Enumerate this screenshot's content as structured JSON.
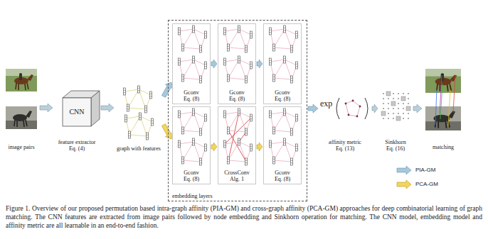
{
  "diagram": {
    "caption": "Figure 1. Overview of our proposed permutation based intra-graph affinity (PIA-GM) and cross-graph affinity (PCA-GM) approaches for deep combinatorial learning of graph matching. The CNN features are extracted from image pairs followed by node embedding and Sinkhorn operation for matching. The CNN model, embedding model and affinity metric are all learnable in an end-to-end fashion.",
    "nodes": [
      {
        "text": [
          "image pairs"
        ]
      },
      {
        "text": [
          "CNN",
          "feature extractor Eq. (4)"
        ]
      },
      {
        "text": [
          "graph with features"
        ]
      },
      {
        "text": [
          "embedding layers"
        ]
      },
      {
        "text": [
          "Gconv Eq. (8)"
        ],
        "in": 3
      },
      {
        "text": [
          "Gconv Eq. (8)"
        ],
        "in": 3
      },
      {
        "text": [
          "Gconv Eq. (8)"
        ],
        "in": 3
      },
      {
        "text": [
          "Gconv Eq. (8)"
        ],
        "in": 3
      },
      {
        "text": [
          "CrossConv Alg. 1"
        ],
        "in": 3
      },
      {
        "text": [
          "Gconv Eq. (8)"
        ],
        "in": 3
      },
      {
        "text": [
          "affinity metric Eq. (13)"
        ]
      },
      {
        "text": [
          "Sinkhorn Eq. (16)"
        ]
      },
      {
        "text": [
          "matching"
        ]
      }
    ],
    "edges": [
      {
        "from": 0,
        "to": 1,
        "arrow": "to"
      },
      {
        "from": 1,
        "to": 2,
        "arrow": "to"
      },
      {
        "from": 2,
        "to": 4,
        "arrow": "to"
      },
      {
        "from": 2,
        "to": 7,
        "arrow": "to"
      },
      {
        "from": 4,
        "to": 5,
        "arrow": "to"
      },
      {
        "from": 5,
        "to": 6,
        "arrow": "to"
      },
      {
        "from": 7,
        "to": 8,
        "arrow": "to"
      },
      {
        "from": 8,
        "to": 9,
        "arrow": "to"
      },
      {
        "from": 3,
        "to": 10,
        "arrow": "to"
      },
      {
        "from": 10,
        "to": 11,
        "arrow": "to"
      },
      {
        "from": 11,
        "to": 12,
        "arrow": "to"
      }
    ],
    "labels": [
      "exp"
    ],
    "legend": [
      {
        "text": "PIA-GM"
      },
      {
        "text": "PCA-GM"
      }
    ]
  }
}
